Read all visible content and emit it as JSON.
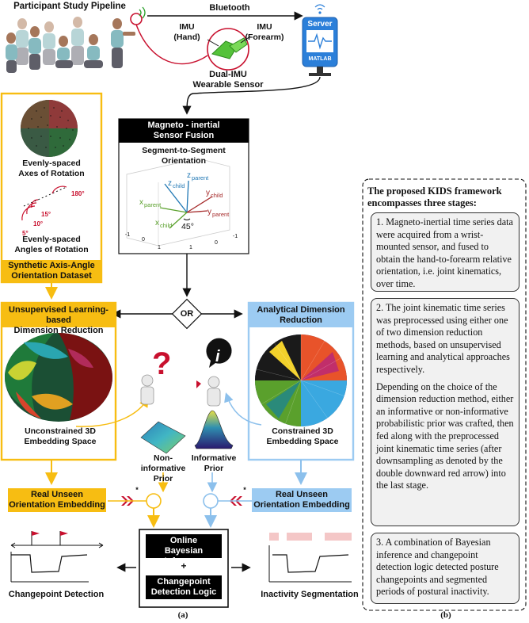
{
  "pipeline": {
    "title": "Participant Study Pipeline",
    "bluetooth": "Bluetooth",
    "imu_hand": "IMU\n(Hand)",
    "imu_forearm": "IMU\n(Forearm)",
    "sensor_label": "Dual-IMU\nWearable Sensor",
    "server_label": "Server",
    "matlab_label": "MATLAB"
  },
  "synthetic": {
    "axes_label": "Evenly-spaced\nAxes of Rotation",
    "angles_label": "Evenly-spaced\nAngles of Rotation",
    "dataset_label": "Synthetic Axis-Angle\nOrientation Dataset",
    "angle_marks": [
      "180°",
      "15°",
      "10°",
      "5°"
    ]
  },
  "fusion": {
    "title": "Magneto - inertial\nSensor Fusion",
    "subtitle": "Segment-to-Segment\nOrientation",
    "angle": "45°",
    "ticks": [
      "-1",
      "0",
      "1",
      "1",
      "0",
      "-1"
    ]
  },
  "or_label": "OR",
  "unsupervised": {
    "title": "Unsupervised Learning-based\nDimension Reduction",
    "space_label": "Unconstrained 3D\nEmbedding Space",
    "prior_label": "Non-\ninformative\nPrior"
  },
  "analytical": {
    "title": "Analytical Dimension\nReduction",
    "space_label": "Constrained 3D\nEmbedding Space",
    "prior_label": "Informative\nPrior"
  },
  "embedding_left": "Real Unseen\nOrientation Embedding",
  "embedding_right": "Real Unseen\nOrientation Embedding",
  "bayes": {
    "title": "Online\nBayesian Inference",
    "plus": "+",
    "logic": "Changepoint\nDetection Logic"
  },
  "outputs": {
    "changepoint": "Changepoint Detection",
    "inactivity": "Inactivity Segmentation"
  },
  "caption_a": "(a)",
  "caption_b": "(b)",
  "kids": {
    "heading": "The proposed KIDS framework\nencompasses three stages:",
    "stage1": "1. Magneto-inertial time series data were acquired from a wrist-mounted sensor, and fused to obtain the hand-to-forearm relative orientation, i.e. joint kinematics, over time.",
    "stage2a": "2. The joint kinematic time series was preprocessed using either one of two dimension reduction methods, based on unsupervised learning and analytical approaches respectively.",
    "stage2b": "Depending on the choice of the dimension reduction method, either an informative or non-informative probabilistic prior was crafted, then fed along with the preprocessed joint kinematic time series (after downsampling as denoted by the double downward red arrow) into the last stage.",
    "stage3": "3. A combination of Bayesian inference and changepoint detection logic detected posture changepoints and segmented periods of postural inactivity."
  },
  "colors": {
    "yellow": "#f7bd12",
    "blue": "#9ccbf2",
    "red": "#c8102e",
    "dark_red": "#8b1a1a"
  }
}
